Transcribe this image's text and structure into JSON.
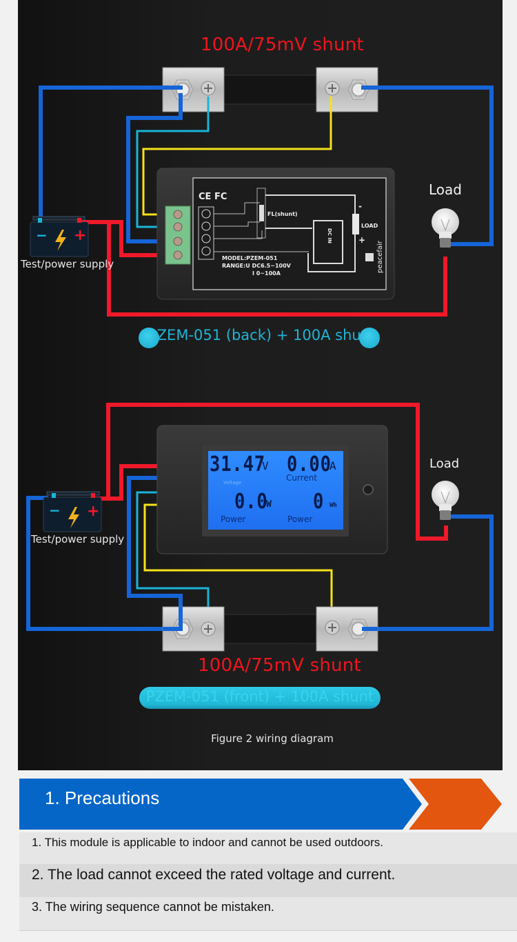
{
  "diagram": {
    "top": {
      "shunt_label": "100A/75mV shunt",
      "power_supply_label": "Test/power supply",
      "load_label": "Load",
      "caption": "PZEM-051 (back) + 100A shunt",
      "back_panel": {
        "certifications": "CE FC",
        "shunt_marking": "FL(shunt)",
        "load_marking": "LOAD",
        "dc_in_marking": "DC IN",
        "minus": "-",
        "plus": "+",
        "brand": "peacefair",
        "model_line": "MODEL:PZEM-051",
        "range_line_u": "RANGE:U DC6.5~100V",
        "range_line_i": "I 0~100A"
      }
    },
    "bottom": {
      "shunt_label": "100A/75mV shunt",
      "power_supply_label": "Test/power supply",
      "load_label": "Load",
      "caption": "PZEM-051 (front) + 100A shunt",
      "lcd": {
        "voltage_value": "31.47",
        "voltage_unit": "V",
        "voltage_label": "Voltage",
        "current_value": "0.00",
        "current_unit": "A",
        "current_label": "Current",
        "power_value": "0.0",
        "power_unit": "W",
        "power_label": "Power",
        "energy_value": "0",
        "energy_unit": "Wh",
        "energy_label": "Power"
      }
    },
    "figure_caption": "Figure 2 wiring diagram",
    "wire_colors": {
      "positive": "#f0192a",
      "negative": "#1565d8",
      "sense_cyan": "#19b4d8",
      "sense_yellow": "#f5e21a"
    },
    "battery_symbols": {
      "minus": "−",
      "plus": "+"
    }
  },
  "precautions": {
    "title": "1. Precautions",
    "header_color": "#0566c8",
    "accent_color": "#e2560f",
    "items": [
      "1. This module is applicable to indoor and cannot be used outdoors.",
      "2. The load cannot exceed the rated voltage and current.",
      "3. The wiring sequence cannot be mistaken."
    ]
  }
}
